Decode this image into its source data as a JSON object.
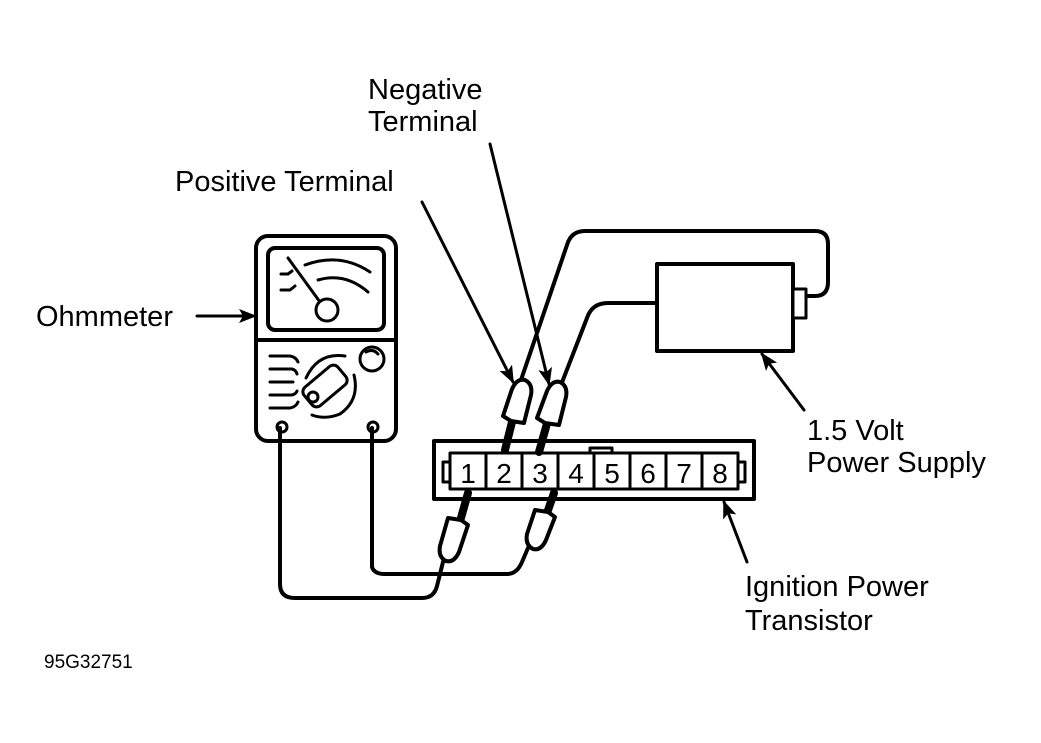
{
  "diagram": {
    "labels": {
      "negative_terminal_line1": "Negative",
      "negative_terminal_line2": "Terminal",
      "positive_terminal": "Positive Terminal",
      "ohmmeter": "Ohmmeter",
      "power_supply_line1": "1.5 Volt",
      "power_supply_line2": "Power Supply",
      "transistor_line1": "Ignition Power",
      "transistor_line2": "Transistor"
    },
    "connector_pins": [
      "1",
      "2",
      "3",
      "4",
      "5",
      "6",
      "7",
      "8"
    ],
    "connections": {
      "positive_terminal_pin": "2",
      "negative_terminal_pin": "3",
      "ohmmeter_probe_pins": [
        "1",
        "3"
      ]
    },
    "figure_code": "95G32751",
    "colors": {
      "ink": "#000000",
      "background": "#ffffff"
    }
  }
}
